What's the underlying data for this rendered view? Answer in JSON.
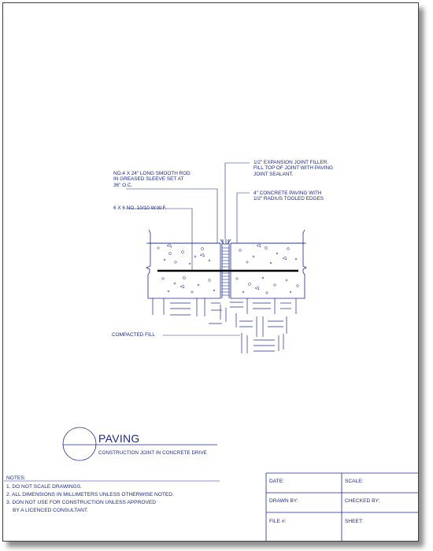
{
  "drawing": {
    "title": "PAVING",
    "subtitle": "CONSTRUCTION JOINT IN CONCRETE DRIVE",
    "callouts": {
      "expansion_filler": [
        "1/2\" EXPANSION JOINT FILLER.",
        "FILL TOP OF JOINT WITH PAVING",
        "JOINT SEALANT."
      ],
      "smooth_rod": [
        "NO.4 X 24\" LONG SMOOTH ROD",
        "IN GREASED SLEEVE SET AT",
        "36\" O.C."
      ],
      "concrete_paving": [
        "4\" CONCRETE PAVING WITH",
        "1/2\" RADIUS TOOLED EDGES"
      ],
      "wwf": "6 X 6 NO. 10/10 W.W.F.",
      "compacted_fill": "COMPACTED FILL"
    }
  },
  "notes": {
    "heading": "NOTES:",
    "items": [
      "1.  DO NOT SCALE DRAWINGS.",
      "2.  ALL DIMENSIONS IN MILLIMETERS UNLESS OTHERWISE NOTED.",
      "3. DON NOT USE FOR CONSTRUCTION UNLESS APPROVED",
      "BY A LICENCED CONSULTANT."
    ]
  },
  "title_block": {
    "date": "DATE:",
    "scale": "SCALE:",
    "drawn_by": "DRAWN BY:",
    "checked_by": "CHECKED BY:",
    "file": "FILE #:",
    "sheet": "SHEET:"
  },
  "colors": {
    "line": "#1c2a8c",
    "rebar": "#000000"
  }
}
